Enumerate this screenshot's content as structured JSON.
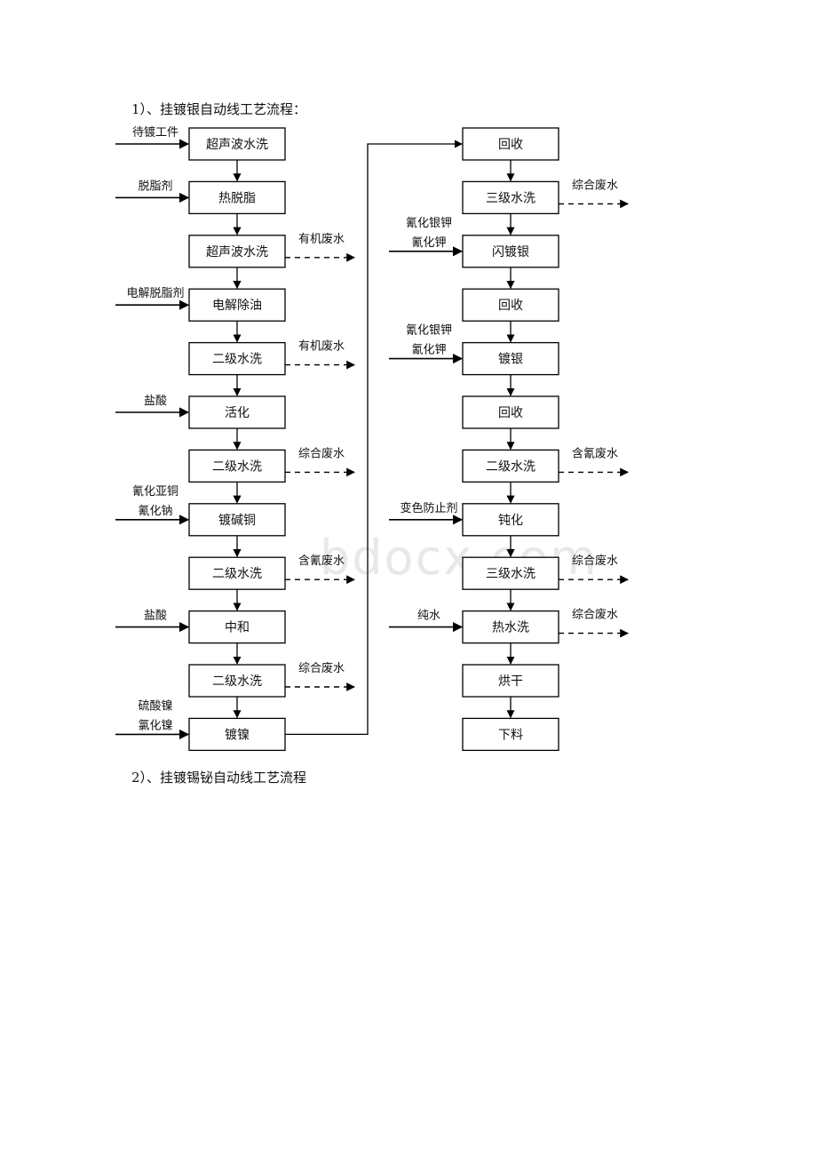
{
  "headings": {
    "section1": "1）、挂镀银自动线工艺流程：",
    "section2": "2）、挂镀锡铋自动线工艺流程"
  },
  "watermark": "bdocx.com",
  "diagram": {
    "left_column": [
      {
        "label": "超声波水洗",
        "input": [
          "待镀工件"
        ],
        "output": ""
      },
      {
        "label": "热脱脂",
        "input": [
          "脱脂剂"
        ],
        "output": ""
      },
      {
        "label": "超声波水洗",
        "input": [],
        "output": "有机废水"
      },
      {
        "label": "电解除油",
        "input": [
          "电解脱脂剂"
        ],
        "output": ""
      },
      {
        "label": "二级水洗",
        "input": [],
        "output": "有机废水"
      },
      {
        "label": "活化",
        "input": [
          "盐酸"
        ],
        "output": ""
      },
      {
        "label": "二级水洗",
        "input": [],
        "output": "综合废水"
      },
      {
        "label": "镀碱铜",
        "input": [
          "氰化亚铜",
          "氰化钠"
        ],
        "output": ""
      },
      {
        "label": "二级水洗",
        "input": [],
        "output": "含氰废水"
      },
      {
        "label": "中和",
        "input": [
          "盐酸"
        ],
        "output": ""
      },
      {
        "label": "二级水洗",
        "input": [],
        "output": "综合废水"
      },
      {
        "label": "镀镍",
        "input": [
          "硫酸镍",
          "氯化镍"
        ],
        "output": ""
      }
    ],
    "right_column": [
      {
        "label": "回收",
        "input": [],
        "output": ""
      },
      {
        "label": "三级水洗",
        "input": [],
        "output": "综合废水"
      },
      {
        "label": "闪镀银",
        "input": [
          "氰化银钾",
          "氰化钾"
        ],
        "output": ""
      },
      {
        "label": "回收",
        "input": [],
        "output": ""
      },
      {
        "label": "镀银",
        "input": [
          "氰化银钾",
          "氰化钾"
        ],
        "output": ""
      },
      {
        "label": "回收",
        "input": [],
        "output": ""
      },
      {
        "label": "二级水洗",
        "input": [],
        "output": "含氰废水"
      },
      {
        "label": "钝化",
        "input": [
          "变色防止剂"
        ],
        "output": ""
      },
      {
        "label": "三级水洗",
        "input": [],
        "output": "综合废水"
      },
      {
        "label": "热水洗",
        "input": [
          "纯水"
        ],
        "output": "综合废水"
      },
      {
        "label": "烘干",
        "input": [],
        "output": ""
      },
      {
        "label": "下料",
        "input": [],
        "output": ""
      }
    ]
  }
}
